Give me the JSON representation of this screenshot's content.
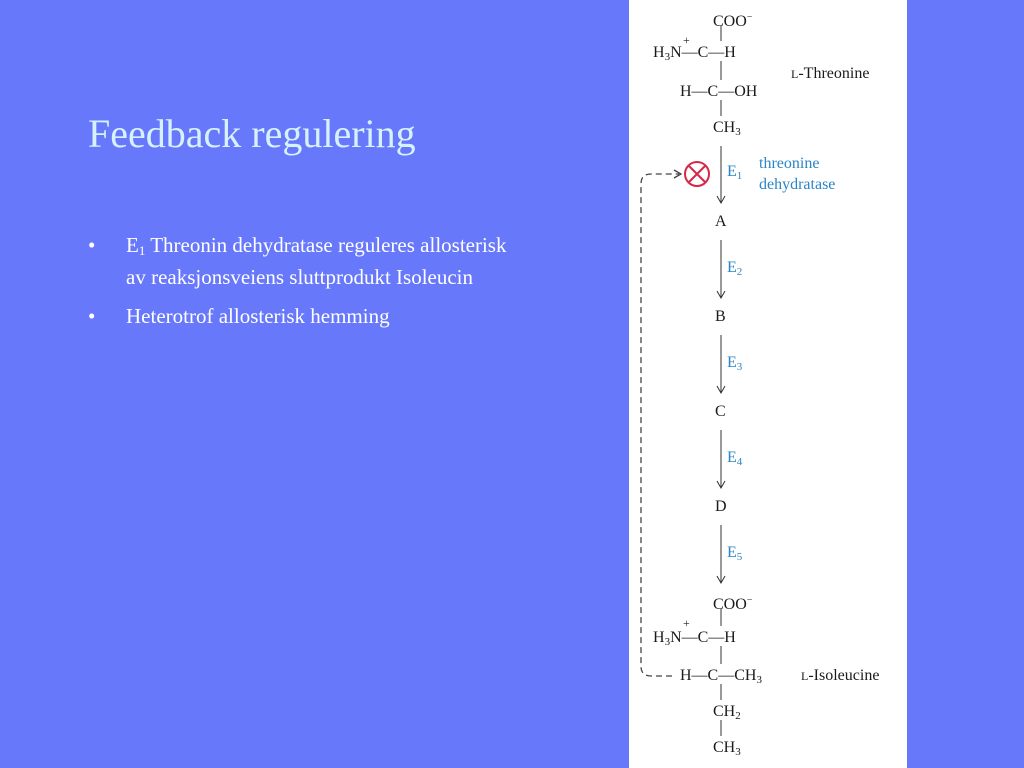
{
  "slide": {
    "title": "Feedback regulering",
    "bullets": [
      {
        "marker": "•",
        "prefix": "E",
        "prefix_sub": "1",
        "text": " Threonin dehydratase reguleres allosterisk av reaksjonsveiens sluttprodukt Isoleucin"
      },
      {
        "marker": "•",
        "text": "Heterotrof allosterisk hemming"
      }
    ]
  },
  "figure": {
    "threonine": {
      "coo": "COO",
      "coo_charge": "−",
      "plus": "+",
      "h3": "H",
      "h3_sub": "3",
      "n_c_h": "N—C—H",
      "row2": "H—C—OH",
      "ch": "CH",
      "ch_sub": "3",
      "name_prefix": "L",
      "name": "-Threonine"
    },
    "enzyme1": {
      "label": "E",
      "label_sub": "1",
      "name_line1": "threonine",
      "name_line2": "dehydratase"
    },
    "steps": [
      {
        "intermediate": "A",
        "enzyme": "E",
        "enzyme_sub": "2"
      },
      {
        "intermediate": "B",
        "enzyme": "E",
        "enzyme_sub": "3"
      },
      {
        "intermediate": "C",
        "enzyme": "E",
        "enzyme_sub": "4"
      },
      {
        "intermediate": "D",
        "enzyme": "E",
        "enzyme_sub": "5"
      }
    ],
    "isoleucine": {
      "coo": "COO",
      "coo_charge": "−",
      "plus": "+",
      "h3": "H",
      "h3_sub": "3",
      "n_c_h": "N—C—H",
      "row2": "H—C—CH",
      "row2_sub": "3",
      "ch2": "CH",
      "ch2_sub": "2",
      "ch3": "CH",
      "ch3_sub": "3",
      "name_prefix": "L",
      "name": "-Isoleucine"
    },
    "colors": {
      "enzyme_label": "#2b85c6",
      "inhibition_symbol": "#d8284a",
      "background": "#6878fb",
      "title": "#d6f2ff"
    }
  }
}
